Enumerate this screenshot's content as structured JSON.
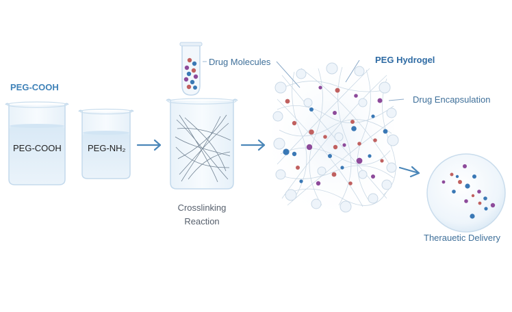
{
  "labels": {
    "peg_cooh_heading": "PEG-COOH",
    "beaker1": "PEG-COOH",
    "beaker2": "PEG-NH₂",
    "drug_molecules": "Drug Molecules",
    "peg_hydrogel": "PEG Hydrogel",
    "drug_encapsulation": "Drug Encapsulation",
    "crosslinking_line1": "Crosslinking",
    "crosslinking_line2": "Reaction",
    "therapeutic_delivery": "Therauetic Delivery"
  },
  "icons": [
    "beaker-icon",
    "test-tube-icon",
    "arrow-right-icon",
    "hydrogel-network-icon",
    "drug-release-sphere-icon"
  ],
  "colors": {
    "heading_blue": "#3f82b8",
    "arrow_blue": "#4a86b8",
    "glass_blue": "#cfe3f2",
    "liquid_blue": "#e1eef8",
    "drug_blue": "#3a78b5",
    "drug_purple": "#8d4a9a",
    "drug_red": "#c0605f"
  }
}
